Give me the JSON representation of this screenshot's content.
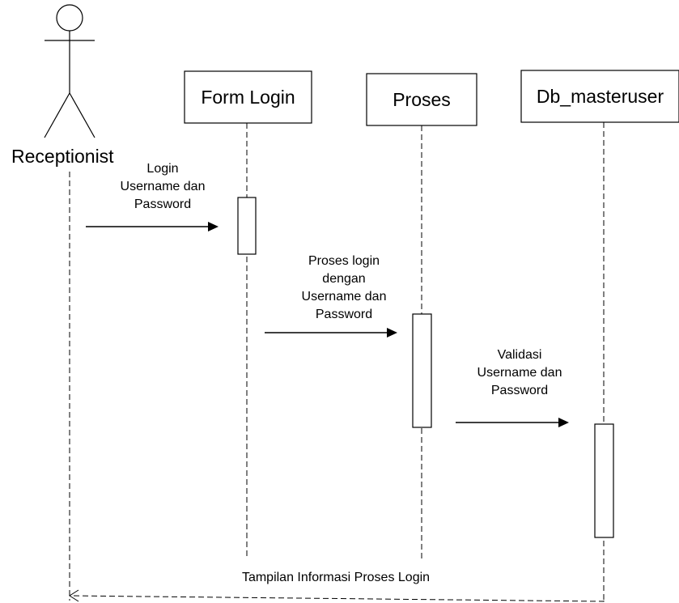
{
  "actor": {
    "name": "Receptionist"
  },
  "lifelines": [
    {
      "id": "form-login",
      "label": "Form Login"
    },
    {
      "id": "proses",
      "label": "Proses"
    },
    {
      "id": "db-masteruser",
      "label": "Db_masteruser"
    }
  ],
  "messages": [
    {
      "id": "login",
      "lines": [
        "Login",
        "Username dan",
        "Password"
      ]
    },
    {
      "id": "proses-login",
      "lines": [
        "Proses login",
        "dengan",
        "Username dan",
        "Password"
      ]
    },
    {
      "id": "validasi",
      "lines": [
        "Validasi",
        "Username dan",
        "Password"
      ]
    },
    {
      "id": "return",
      "lines": [
        "Tampilan Informasi Proses Login"
      ]
    }
  ]
}
